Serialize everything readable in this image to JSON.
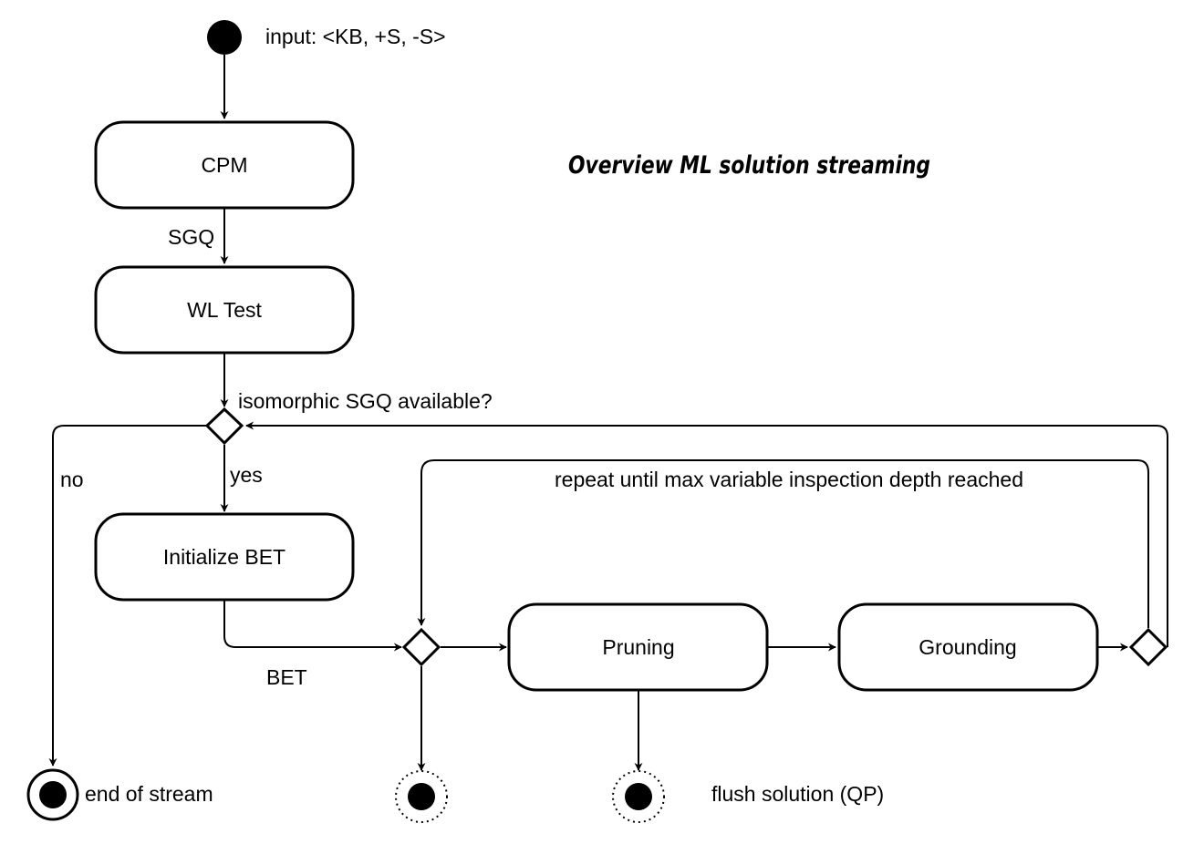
{
  "diagram": {
    "title": "Overview ML solution streaming",
    "input_label": "input: <KB, +S, -S>",
    "nodes": {
      "cpm": "CPM",
      "wl_test": "WL Test",
      "initialize_bet": "Initialize BET",
      "pruning": "Pruning",
      "grounding": "Grounding"
    },
    "edge_labels": {
      "sgq": "SGQ",
      "isomorphic_question": "isomorphic SGQ available?",
      "yes": "yes",
      "no": "no",
      "bet": "BET",
      "repeat": "repeat until max variable inspection depth reached"
    },
    "end_labels": {
      "end_of_stream": "end of stream",
      "flush_solution": "flush solution (QP)"
    }
  }
}
